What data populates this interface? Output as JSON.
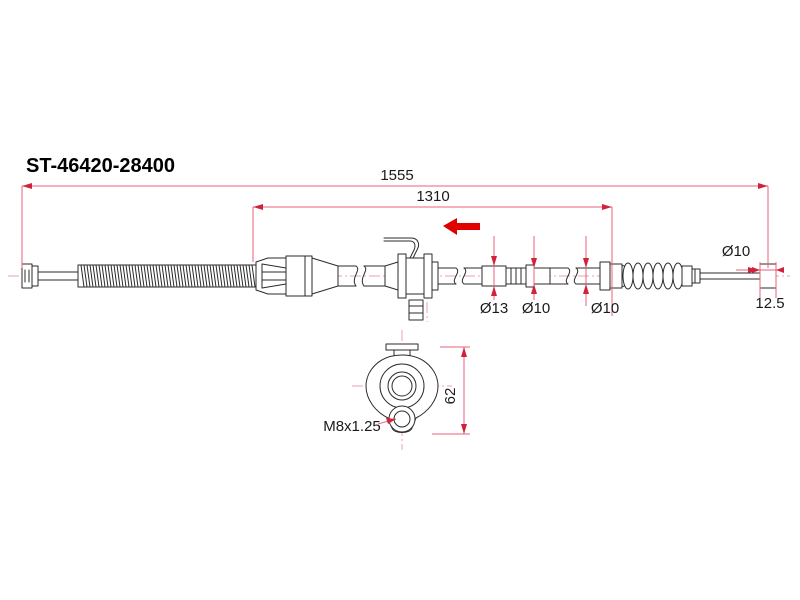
{
  "drawing": {
    "title": "ST-46420-28400",
    "background_color": "#ffffff",
    "part_line_color": "#2b2b2b",
    "dimension_color": "#e8627a",
    "arrow_highlight_color": "#e00000",
    "center_line_color": "#e8a2b4"
  },
  "dimensions": {
    "overall_length": "1555",
    "inner_length": "1310",
    "diameter_13": "Ø13",
    "diameter_10_a": "Ø10",
    "diameter_10_b": "Ø10",
    "diameter_10_c": "Ø10",
    "end_width": "12.5",
    "bracket_height": "62",
    "thread_spec": "M8x1.25"
  },
  "annotations": {
    "pointer_arrow": "left-pointing-red-arrow"
  }
}
